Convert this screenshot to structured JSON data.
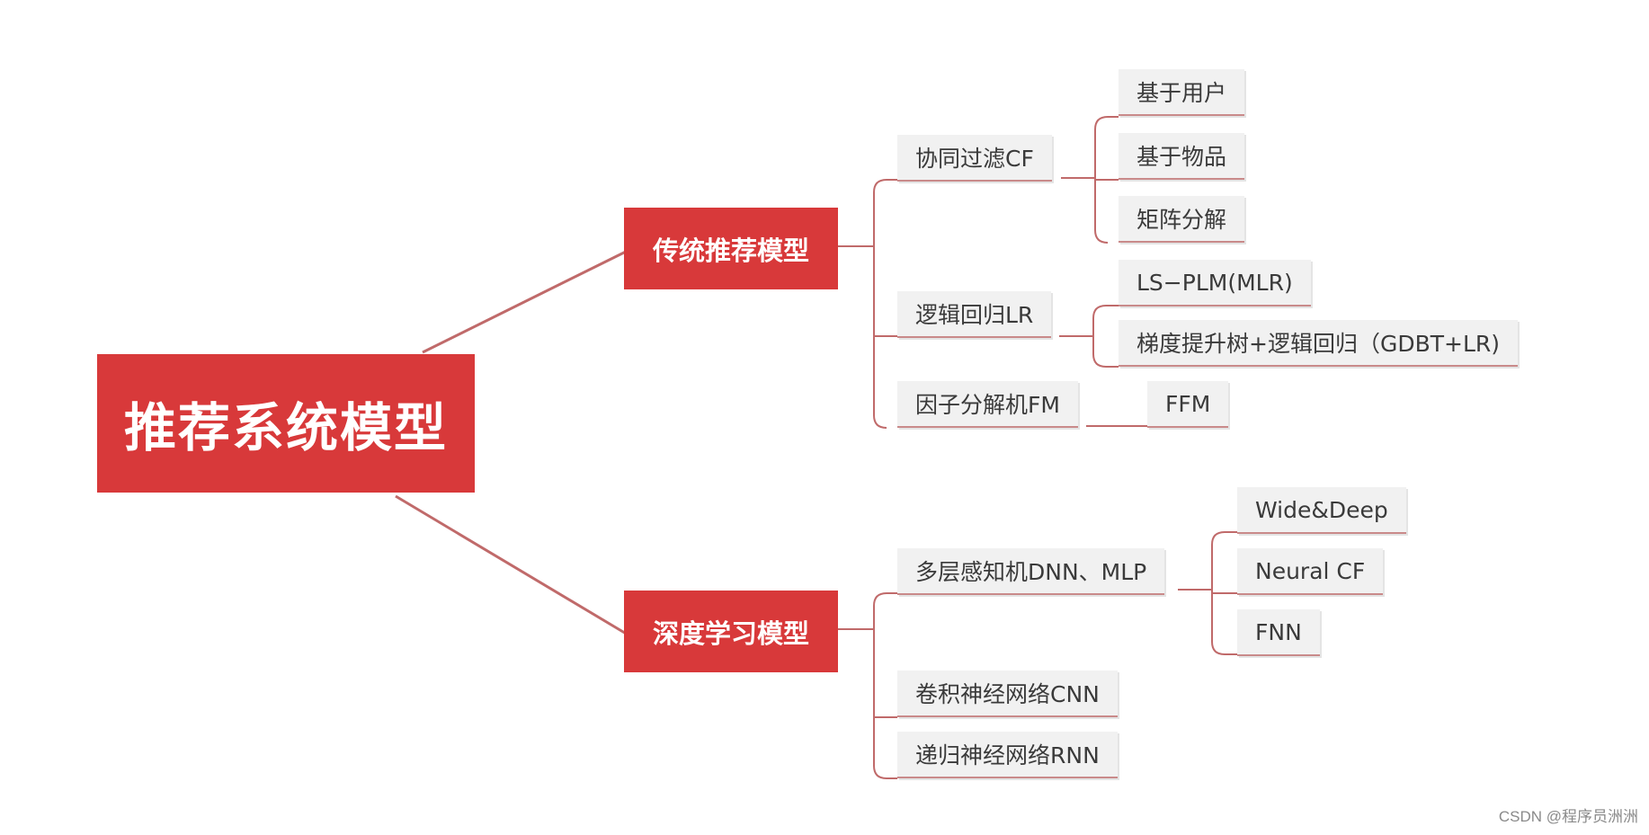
{
  "root": {
    "label": "推荐系统模型"
  },
  "branches": [
    {
      "label": "传统推荐模型",
      "children": [
        {
          "label": "协同过滤CF",
          "children": [
            "基于用户",
            "基于物品",
            "矩阵分解"
          ]
        },
        {
          "label": "逻辑回归LR",
          "children": [
            "LS−PLM(MLR)",
            "梯度提升树+逻辑回归（GDBT+LR)"
          ]
        },
        {
          "label": "因子分解机FM",
          "children": [
            "FFM"
          ]
        }
      ]
    },
    {
      "label": "深度学习模型",
      "children": [
        {
          "label": "多层感知机DNN、MLP",
          "children": [
            "Wide&Deep",
            "Neural CF",
            "FNN"
          ]
        },
        {
          "label": "卷积神经网络CNN",
          "children": []
        },
        {
          "label": "递归神经网络RNN",
          "children": []
        }
      ]
    }
  ],
  "watermark": "CSDN @程序员洲洲",
  "colors": {
    "accent": "#d8393a",
    "connector": "#c06a6a",
    "leaf_bg": "#f1f1f1"
  }
}
